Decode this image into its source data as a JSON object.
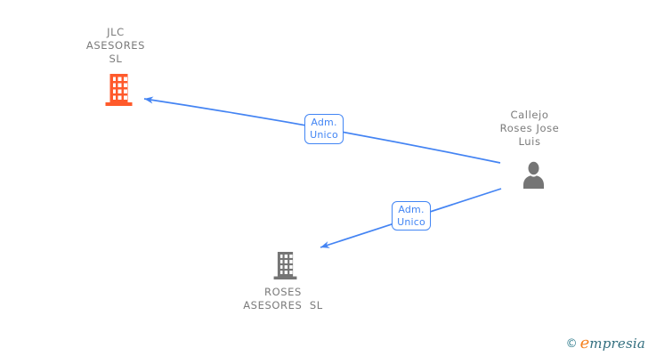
{
  "diagram": {
    "nodes": [
      {
        "id": "jlc-asesores-sl",
        "type": "company",
        "label_lines": [
          "JLC",
          "ASESORES",
          "SL"
        ],
        "icon": "building-icon",
        "icon_color": "#FF5A2B"
      },
      {
        "id": "callejo-roses-jose-luis",
        "type": "person",
        "label_lines": [
          "Callejo",
          "Roses Jose",
          "Luis"
        ],
        "icon": "person-icon",
        "icon_color": "#757575"
      },
      {
        "id": "roses-asesores-sl",
        "type": "company",
        "label_lines": [
          "ROSES",
          "ASESORES  SL"
        ],
        "icon": "building-icon",
        "icon_color": "#757575"
      }
    ],
    "edges": [
      {
        "from": "callejo-roses-jose-luis",
        "to": "jlc-asesores-sl",
        "label_lines": [
          "Adm.",
          "Unico"
        ]
      },
      {
        "from": "callejo-roses-jose-luis",
        "to": "roses-asesores-sl",
        "label_lines": [
          "Adm.",
          "Unico"
        ]
      }
    ]
  },
  "footer": {
    "copyright_symbol": "©",
    "brand_initial": "e",
    "brand_rest": "mpresia"
  },
  "colors": {
    "edge": "#4484F3",
    "edge_label": "#4285F4",
    "company_primary": "#FF5A2B",
    "node_gray": "#757575",
    "label_text": "#7B7B7B",
    "logo_teal": "#2E7B8C",
    "logo_orange": "#F58220"
  }
}
